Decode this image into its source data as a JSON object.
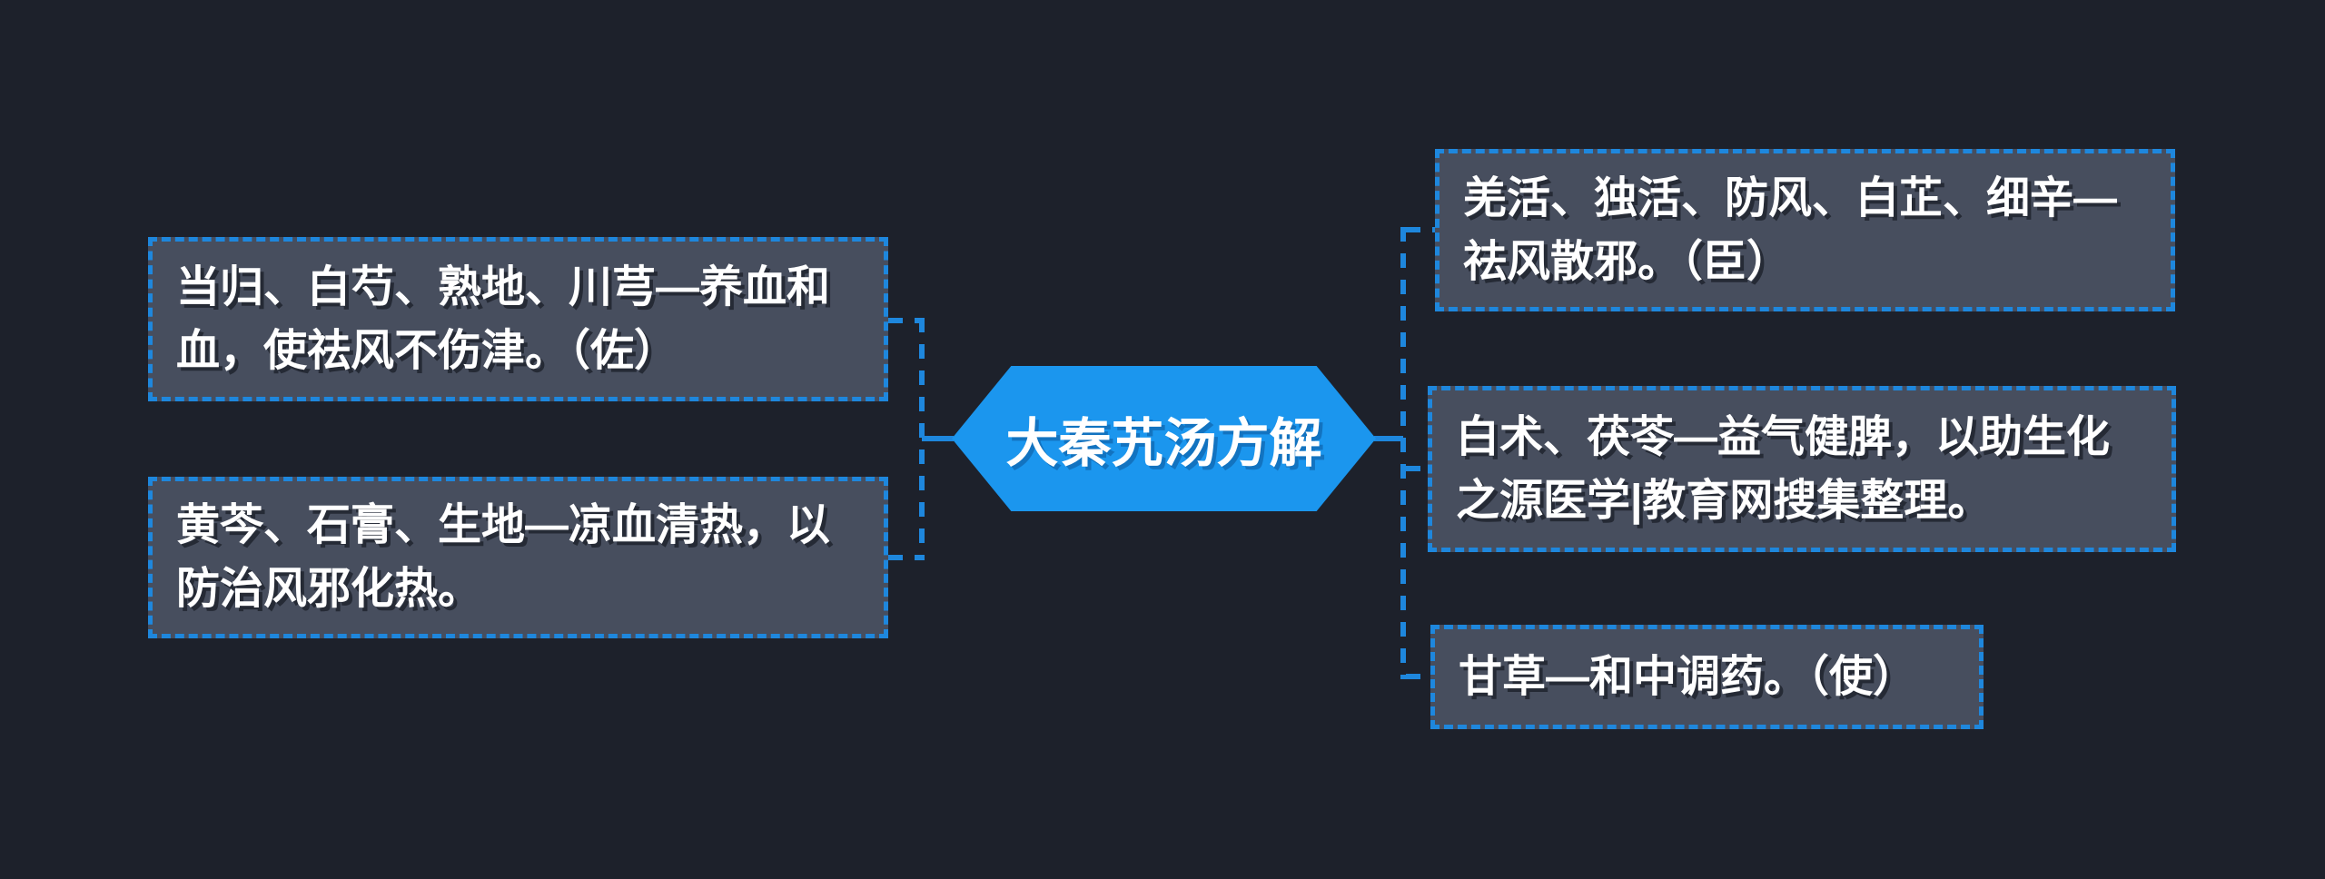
{
  "title": "大秦艽汤方解",
  "colors": {
    "background": "#1d212b",
    "center_node_fill": "#1b96ee",
    "branch_box_fill": "#474e5e",
    "connector_blue": "#1e87dd",
    "text": "#ffffff"
  },
  "center_node": {
    "label": "大秦艽汤方解"
  },
  "left_branches": [
    {
      "label": "当归、白芍、熟地、川芎—养血和血，使祛风不伤津。（佐）"
    },
    {
      "label": "黄芩、石膏、生地—凉血清热，以防治风邪化热。"
    }
  ],
  "right_branches": [
    {
      "label": "羌活、独活、防风、白芷、细辛—祛风散邪。（臣）"
    },
    {
      "label": "白术、茯苓—益气健脾，以助生化之源医学|教育网搜集整理。"
    },
    {
      "label": "甘草—和中调药。（使）"
    }
  ]
}
